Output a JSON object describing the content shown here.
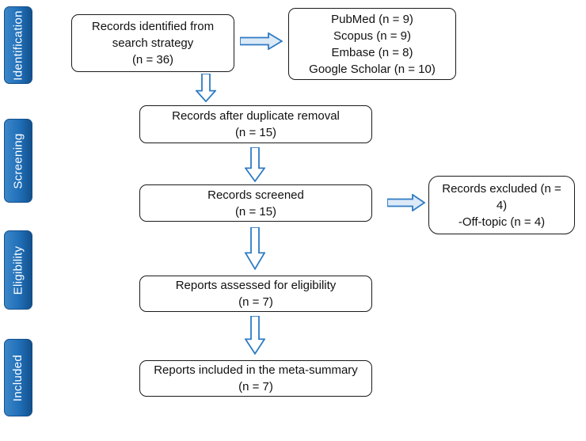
{
  "colors": {
    "stage_blue": "#1f6fb8",
    "stage_blue_light": "#3c86c8",
    "stage_blue_dark": "#14508c",
    "arrow_stroke": "#2f7bc3",
    "arrow_fill_h": "#dce9f7",
    "arrow_fill_v": "#ffffff",
    "box_border": "#1a1a1a"
  },
  "stages": [
    {
      "id": "identification",
      "label": "Identification"
    },
    {
      "id": "screening",
      "label": "Screening"
    },
    {
      "id": "eligibility",
      "label": "Eligibility"
    },
    {
      "id": "included",
      "label": "Included"
    }
  ],
  "boxes": {
    "identified": {
      "lines": [
        "Records identified from",
        "search strategy",
        "(n =  36)"
      ]
    },
    "databases": {
      "lines": [
        "PubMed (n = 9)",
        "Scopus (n = 9)",
        "Embase (n = 8)",
        "Google Scholar (n = 10)"
      ]
    },
    "deduplicated": {
      "lines": [
        "Records after duplicate removal",
        "(n = 15)"
      ]
    },
    "screened": {
      "lines": [
        "Records screened",
        "(n = 15)"
      ]
    },
    "excluded": {
      "lines": [
        "Records excluded (n = 4)",
        "-Off-topic (n = 4)"
      ]
    },
    "assessed": {
      "lines": [
        "Reports assessed for eligibility",
        "(n = 7)"
      ]
    },
    "included": {
      "lines": [
        "Reports included in the meta-summary",
        "(n = 7)"
      ]
    }
  }
}
